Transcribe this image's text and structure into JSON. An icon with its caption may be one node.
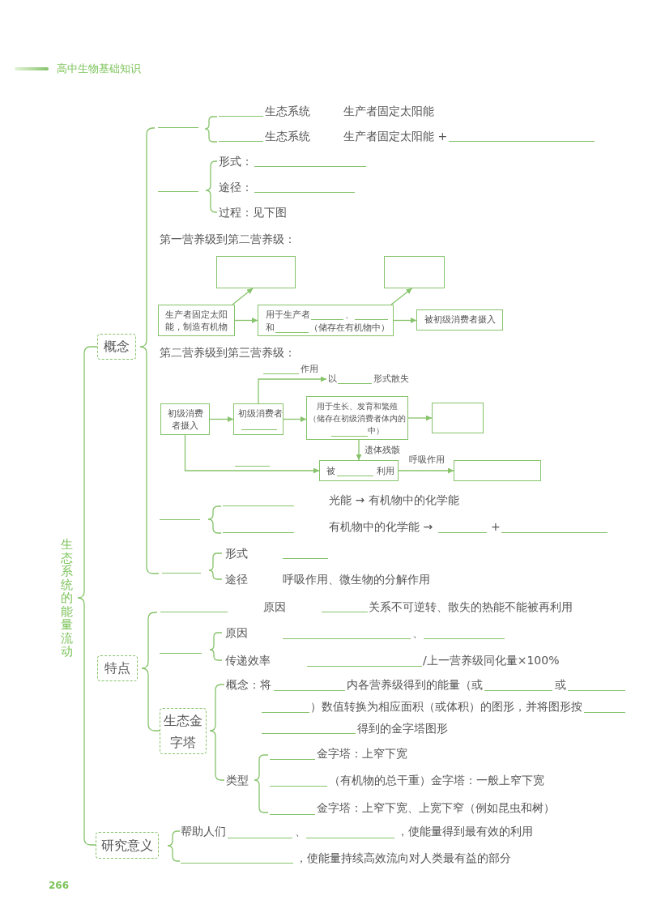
{
  "diagram": {
    "nodes": [
      {
        "text": [
          "概念"
        ]
      },
      {
        "text": [],
        "shape": "box"
      },
      {
        "text": [],
        "shape": "box"
      },
      {
        "text": [
          "生产者固定太阳能，制造有机物"
        ]
      },
      {
        "text": [
          "用于生产者",
          "、",
          "和",
          "（储存在有机物中）"
        ]
      },
      {
        "text": [
          "被初级消费者摄入"
        ]
      },
      {
        "text": [
          "以",
          "形式散失"
        ]
      },
      {
        "text": [
          "初级消费者摄入"
        ]
      },
      {
        "text": [
          "初级消费者"
        ]
      },
      {
        "text": [
          "用于生长、发育和繁殖",
          "（储存在初级消费者体内的",
          "中）"
        ]
      },
      {
        "text": [],
        "shape": "box"
      },
      {
        "text": [
          "被",
          "利用"
        ]
      },
      {
        "text": [],
        "shape": "box"
      },
      {
        "text": [
          "特点"
        ]
      },
      {
        "text": [
          "生态金字塔"
        ]
      },
      {
        "text": [
          "研究意义"
        ]
      }
    ],
    "edges": [
      {
        "from": 3,
        "to": 1,
        "arrow": "to"
      },
      {
        "from": 3,
        "to": 4,
        "arrow": "to"
      },
      {
        "from": 4,
        "to": 2,
        "arrow": "to"
      },
      {
        "from": 4,
        "to": 5,
        "arrow": "to"
      },
      {
        "from": 8,
        "to": 6,
        "arrow": "to",
        "label": "作用"
      },
      {
        "from": 7,
        "to": 8,
        "arrow": "to"
      },
      {
        "from": 8,
        "to": 9,
        "arrow": "to"
      },
      {
        "from": 9,
        "to": 10,
        "arrow": "to"
      },
      {
        "from": 9,
        "to": 11,
        "arrow": "to",
        "label": "遗体残骸"
      },
      {
        "from": 7,
        "to": 11,
        "arrow": "to"
      },
      {
        "from": 11,
        "to": 12,
        "arrow": "to",
        "label": "呼吸作用"
      }
    ],
    "labels": [
      "高中生物基础知识",
      "生态系统的能量流动",
      "生态系统",
      "生产者固定太阳能",
      "生态系统",
      "生产者固定太阳能 +",
      "形式：",
      "途径：",
      "过程：见下图",
      "第一营养级到第二营养级：",
      "第二营养级到第三营养级：",
      "光能 → 有机物中的化学能",
      "有机物中的化学能 →",
      "+",
      "形式",
      "途径",
      "呼吸作用、微生物的分解作用",
      "原因",
      "关系不可逆转、散失的热能不能被再利用",
      "原因",
      "、",
      "传递效率",
      "/上一营养级同化量×100%",
      "概念：将",
      "内各营养级得到的能量（或",
      "或",
      "）数值转换为相应面积（或体积）的图形，并将图形按",
      "得到的金字塔图形",
      "类型",
      "金字塔：上窄下宽",
      "（有机物的总干重）金字塔：一般上窄下宽",
      "金字塔：上窄下宽、上宽下窄（例如昆虫和树）",
      "帮助人们",
      "、",
      "，使能量得到最有效的利用",
      "，使能量持续高效流向对人类最有益的部分",
      "266"
    ]
  }
}
